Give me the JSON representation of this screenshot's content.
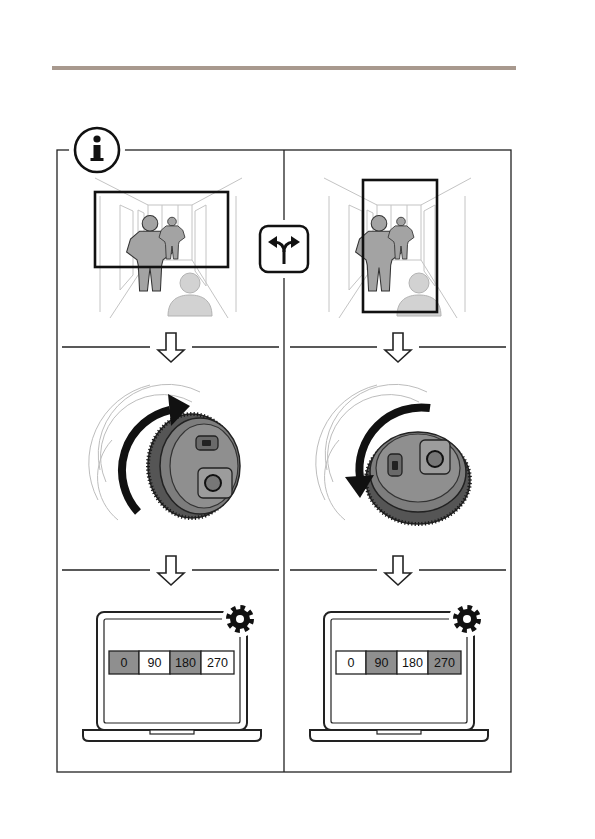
{
  "diagram": {
    "labels": [
      "0",
      "90",
      "180",
      "270",
      "0",
      "90",
      "180",
      "270"
    ]
  }
}
